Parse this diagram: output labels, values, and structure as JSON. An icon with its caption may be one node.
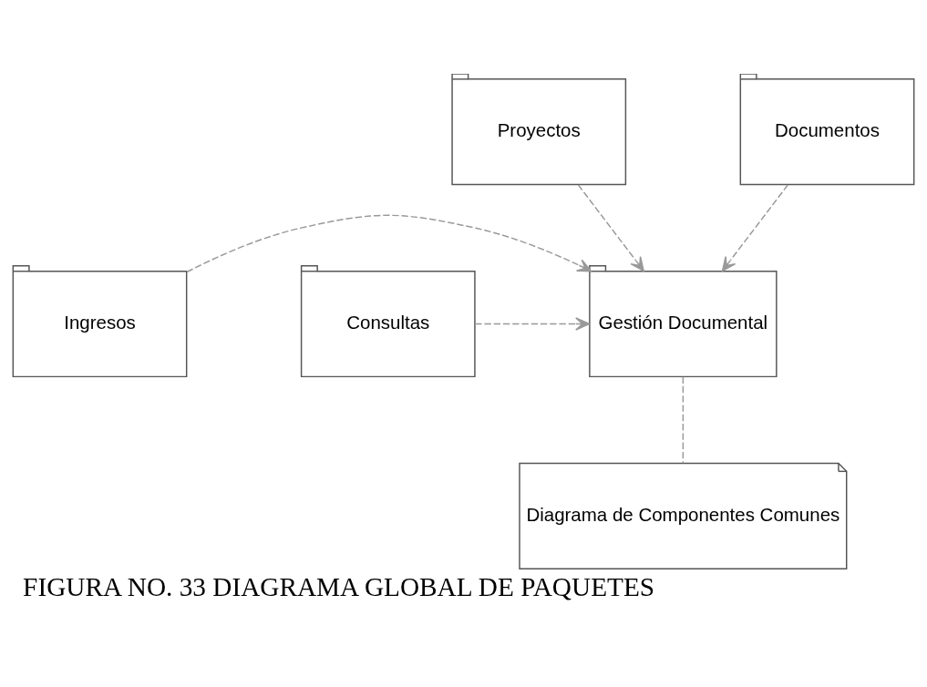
{
  "diagram": {
    "caption": "FIGURA NO. 33 DIAGRAMA GLOBAL DE PAQUETES",
    "nodes": [
      {
        "text": [
          "Proyectos"
        ]
      },
      {
        "text": [
          "Documentos"
        ]
      },
      {
        "text": [
          "Gestión Documental"
        ]
      },
      {
        "text": [
          "Ingresos"
        ]
      },
      {
        "text": [
          "Consultas"
        ]
      },
      {
        "text": [
          "Diagrama de Componentes Comunes"
        ]
      }
    ],
    "edges": [
      {
        "from": 0,
        "to": 2,
        "arrow": "to",
        "style": "dashed"
      },
      {
        "from": 1,
        "to": 2,
        "arrow": "to",
        "style": "dashed"
      },
      {
        "from": 3,
        "to": 2,
        "arrow": "to",
        "style": "dashed"
      },
      {
        "from": 4,
        "to": 2,
        "arrow": "to",
        "style": "dashed"
      },
      {
        "from": 2,
        "to": 5,
        "arrow": "none",
        "style": "dashed"
      }
    ]
  }
}
